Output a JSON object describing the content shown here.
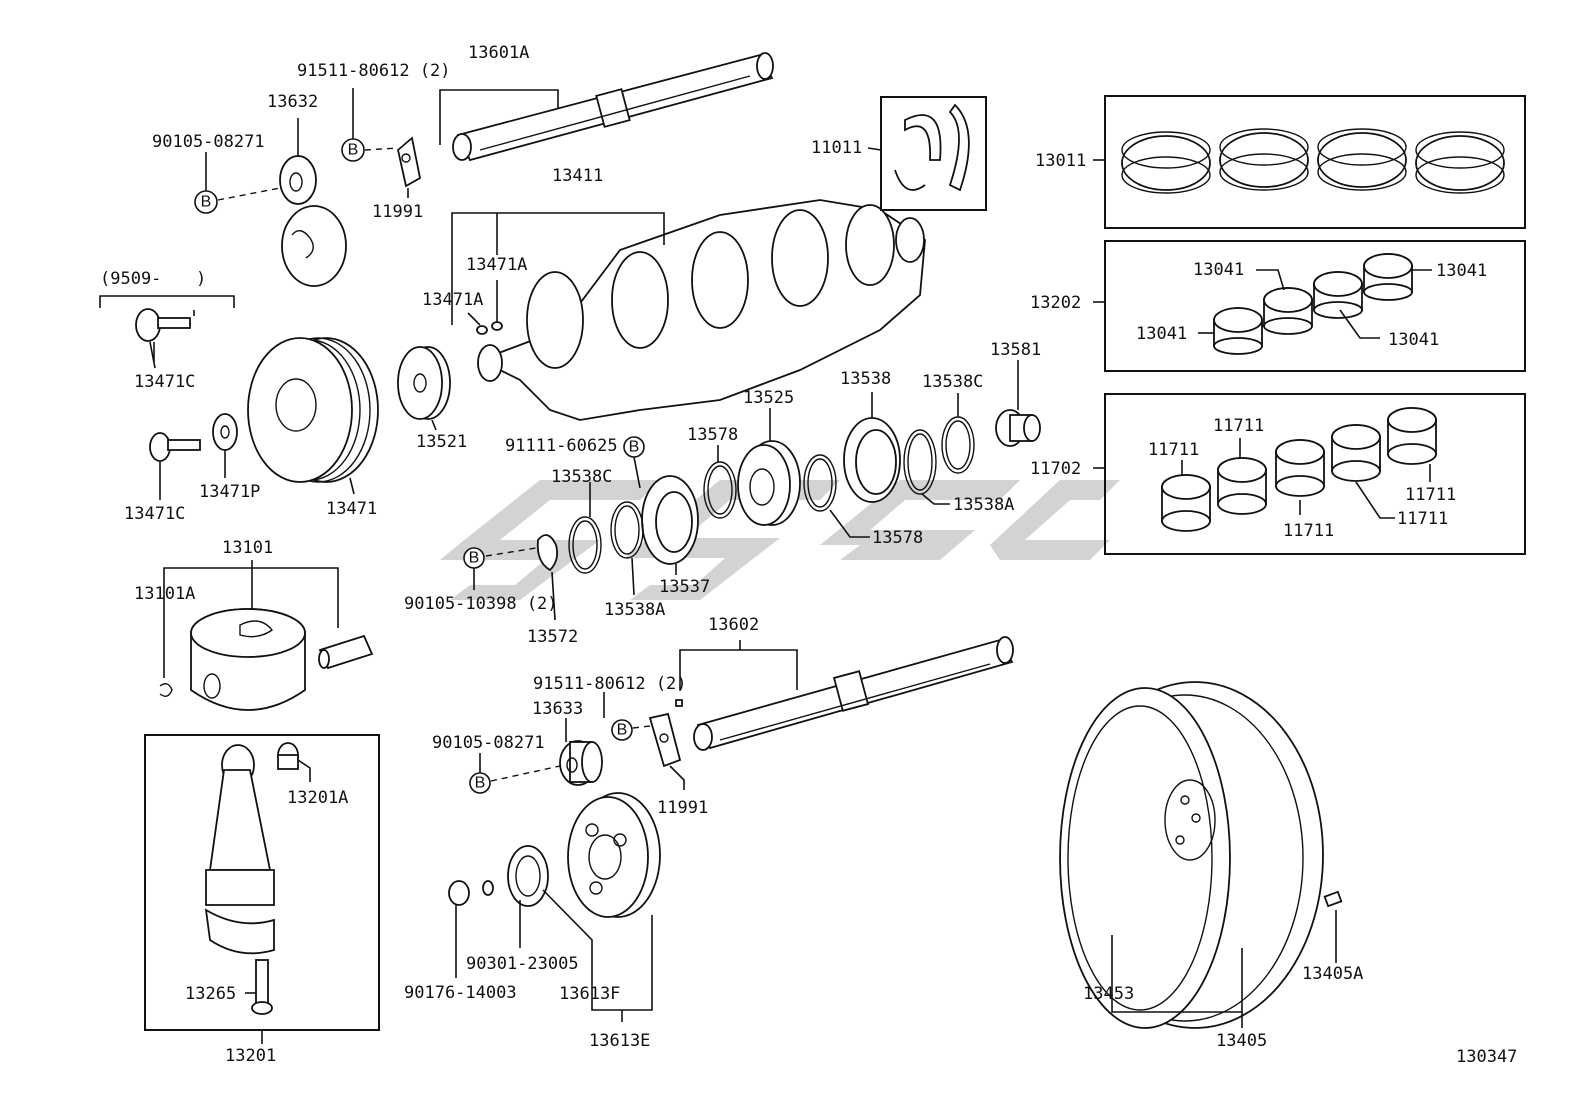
{
  "labels": {
    "l13601A": "13601A",
    "l91511_top": "91511-80612 (2)",
    "l13632": "13632",
    "l90105_08271_top": "90105-08271",
    "l11991_top": "11991",
    "l13411": "13411",
    "l11011": "11011",
    "l13011": "13011",
    "l13471A_a": "13471A",
    "l13471A_b": "13471A",
    "l9509": "(9509-",
    "l9509_close": ")",
    "l13471C_a": "13471C",
    "l13471C_b": "13471C",
    "l13471P": "13471P",
    "l13471": "13471",
    "l13521": "13521",
    "l13202": "13202",
    "l13041_a": "13041",
    "l13041_b": "13041",
    "l13041_c": "13041",
    "l13041_d": "13041",
    "l13581": "13581",
    "l13538": "13538",
    "l13538C_a": "13538C",
    "l13525": "13525",
    "l13578_a": "13578",
    "l91111": "91111-60625",
    "l13538C_b": "13538C",
    "l13538A_a": "13538A",
    "l13578_b": "13578",
    "l11702": "11702",
    "l11711_a": "11711",
    "l11711_b": "11711",
    "l11711_c": "11711",
    "l11711_d": "11711",
    "l11711_e": "11711",
    "l13101": "13101",
    "l13101A": "13101A",
    "l90105_10398": "90105-10398 (2)",
    "l13572": "13572",
    "l13538A_b": "13538A",
    "l13537": "13537",
    "l13602": "13602",
    "l91511_bot": "91511-80612 (2)",
    "l13633": "13633",
    "l90105_08271_bot": "90105-08271",
    "l11991_bot": "11991",
    "l13201A": "13201A",
    "l13265": "13265",
    "l13201": "13201",
    "l90301": "90301-23005",
    "l90176": "90176-14003",
    "l13613F": "13613F",
    "l13613E": "13613E",
    "l13453": "13453",
    "l13405A": "13405A",
    "l13405": "13405",
    "l130347": "130347"
  },
  "bolt_marker": "B",
  "watermark": "SPSC",
  "icons": [
    "camshaft",
    "crankshaft",
    "thrust-washer",
    "piston-ring-set",
    "bearing",
    "pulley",
    "gear",
    "piston",
    "connecting-rod",
    "flywheel"
  ]
}
